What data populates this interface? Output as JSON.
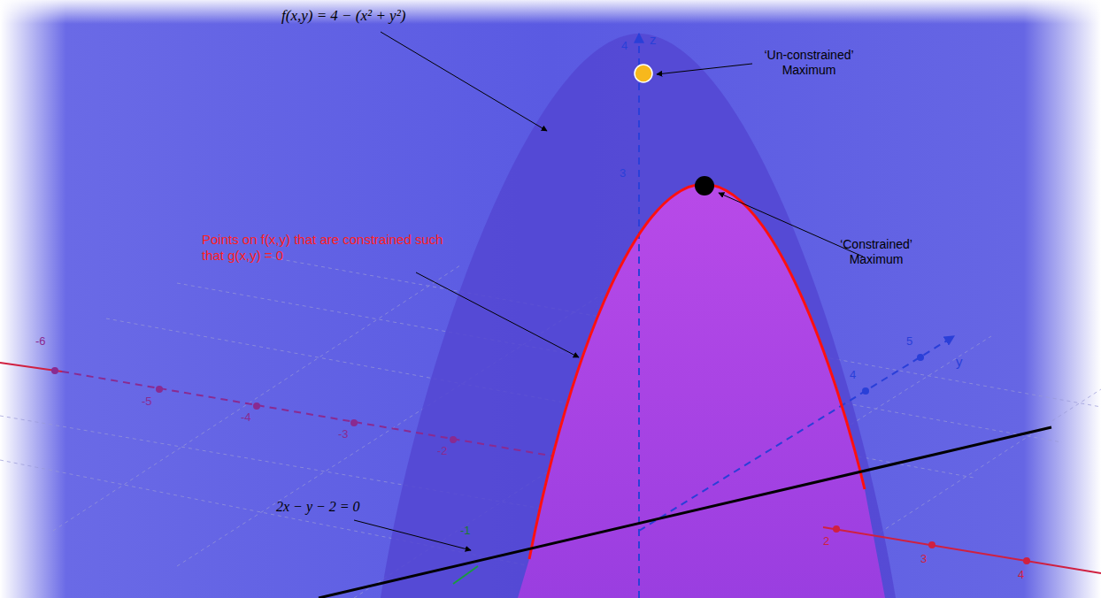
{
  "diagram": {
    "labels": [
      "f(x,y) = 4 − (x² + y²)",
      "‘Un-constrained’ Maximum",
      "‘Constrained’ Maximum",
      "Points on f(x,y) that are constrained such that g(x,y) = 0",
      "2x − y − 2 = 0",
      "z",
      "4",
      "3",
      "y",
      "5",
      "4",
      "-6",
      "-5",
      "-4",
      "-3",
      "-2",
      "-1",
      "2",
      "3",
      "4"
    ]
  }
}
